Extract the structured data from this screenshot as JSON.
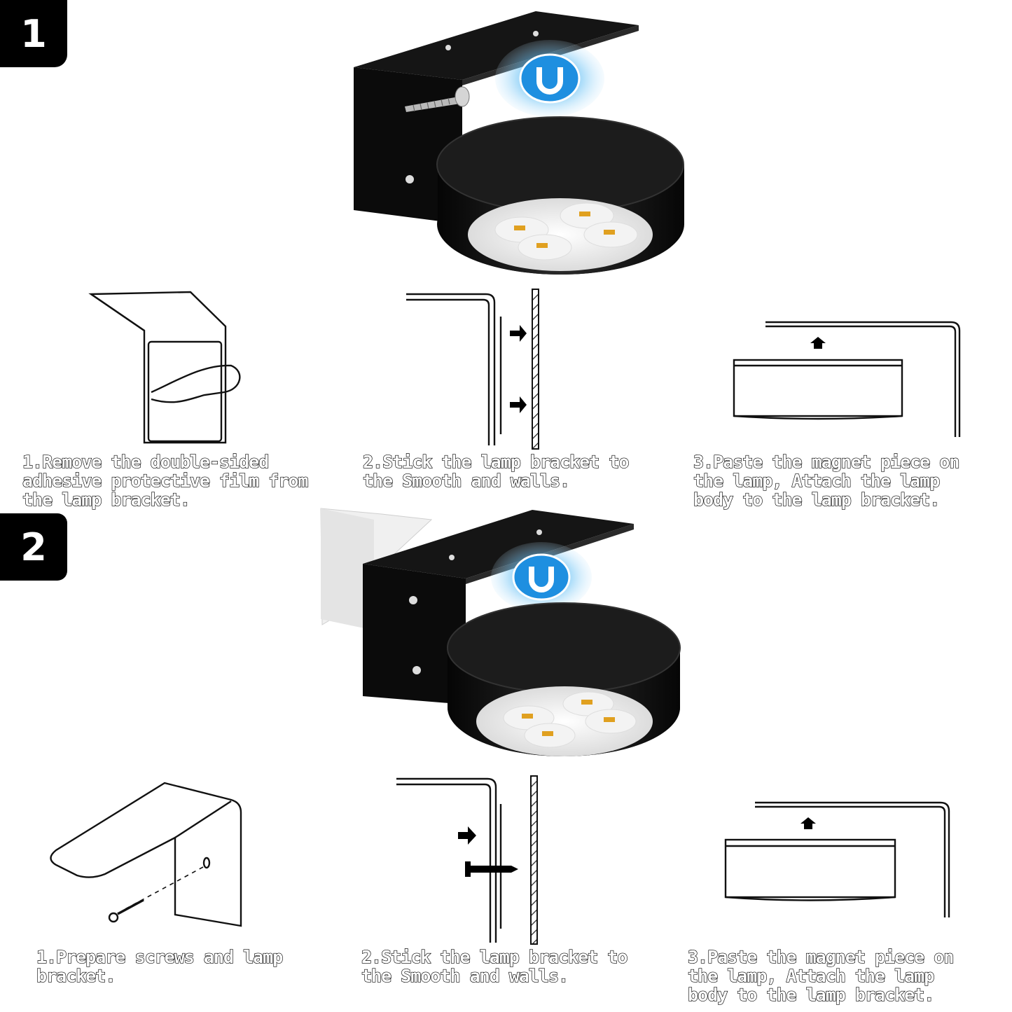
{
  "sections": [
    {
      "badge": "1",
      "steps": [
        "1.Remove the double-sided\nadhesive protective film from\nthe lamp bracket.",
        "2.Stick the lamp bracket to\nthe Smooth and walls.",
        "3.Paste the magnet piece on\nthe lamp, Attach the lamp\nbody to the lamp bracket."
      ]
    },
    {
      "badge": "2",
      "steps": [
        "1.Prepare screws and lamp\nbracket.",
        "2.Stick the lamp bracket to\nthe Smooth and walls.",
        "3.Paste the magnet piece on\nthe lamp, Attach the lamp\nbody to the lamp bracket."
      ]
    }
  ],
  "icons": [
    "magnet-icon",
    "screw-icon",
    "arrow-icon"
  ],
  "colors": {
    "badge": "#000000",
    "magnet_glow": "#1e9be8",
    "lamp_body": "#111111",
    "bracket": "#0d0d0d",
    "led": "#e0a020"
  }
}
